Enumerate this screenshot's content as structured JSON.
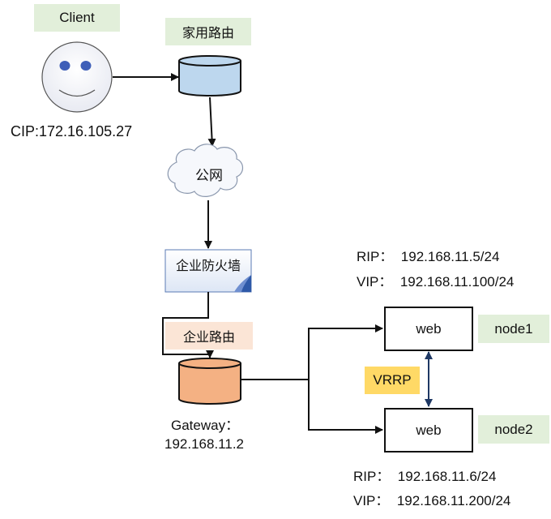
{
  "client": {
    "label": "Client",
    "ip_label": "CIP:172.16.105.27"
  },
  "home_router": {
    "label": "家用路由"
  },
  "internet": {
    "label": "公网"
  },
  "firewall": {
    "label": "企业防火墙"
  },
  "enterprise_router": {
    "label": "企业路由",
    "gateway_label": "Gateway：",
    "gateway_ip": "192.168.11.2"
  },
  "node1": {
    "box_label": "web",
    "name": "node1",
    "rip": "RIP：  192.168.11.5/24",
    "vip": "VIP：  192.168.11.100/24"
  },
  "node2": {
    "box_label": "web",
    "name": "node2",
    "rip": "RIP：  192.168.11.6/24",
    "vip": "VIP：  192.168.11.200/24"
  },
  "vrrp": {
    "label": "VRRP"
  },
  "colors": {
    "label_green": "#e2efda",
    "label_peach": "#fbe5d6",
    "label_yellow": "#ffd966",
    "home_router_fill": "#bdd7ee",
    "enterprise_router_fill": "#f4b183",
    "vrrp_arrow": "#1f3864"
  }
}
